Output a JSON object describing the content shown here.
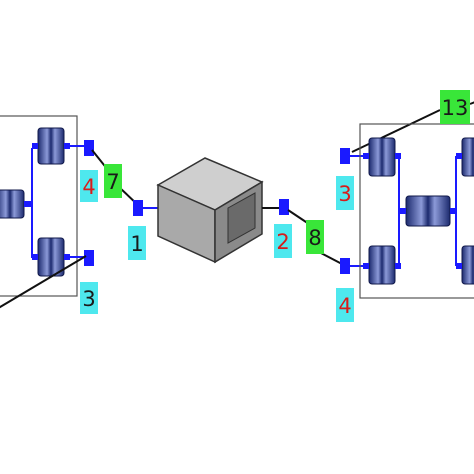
{
  "diagram": {
    "colors": {
      "background": "#ffffff",
      "connector_blue": "#1a1aff",
      "chip_navy": "#1c2a6e",
      "chip_tint": "#8c9ad8",
      "enclosure_border": "#555555",
      "wire": "#111111",
      "label_cyan": "#4ee8ee",
      "label_green": "#39e639",
      "label_red_text": "#d81b1b",
      "label_dark_text": "#1a1a1a",
      "box_front": "#a9a9a9",
      "box_top": "#cfcfcf",
      "box_side": "#8a8a8a"
    },
    "port_labels": {
      "left_top": "4",
      "left_bottom": "3",
      "center_left": "1",
      "center_right": "2",
      "right_top": "3",
      "right_bottom": "4"
    },
    "link_labels": {
      "left_link": "7",
      "right_link": "8",
      "top_right": "13"
    }
  }
}
